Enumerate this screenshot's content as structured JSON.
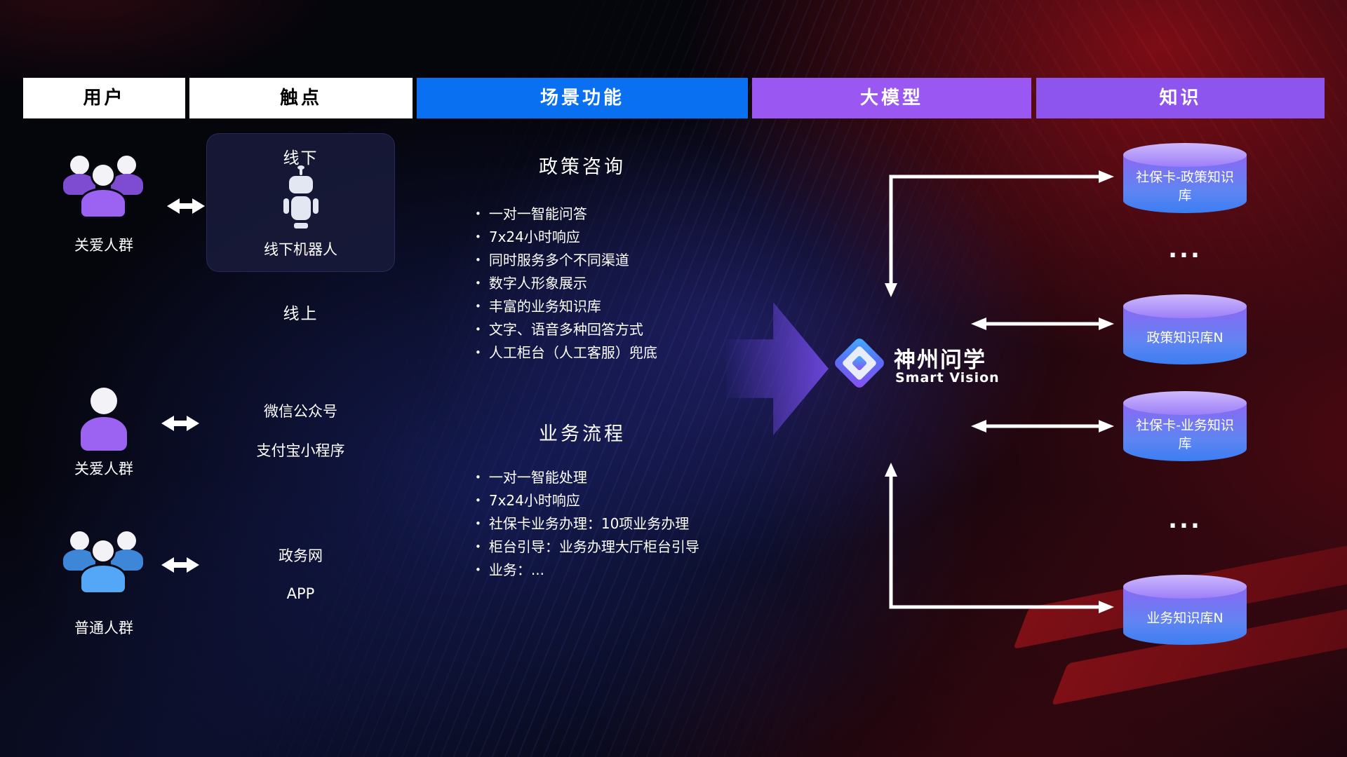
{
  "colors": {
    "scene_header_bg": "#0a70f2",
    "model_header_bg": "#9b57f2",
    "knowledge_header_bg": "#8d55ee",
    "user_purple": "#9c63f2",
    "user_blue": "#54a6f6",
    "cylinder_top": "#9d7ef8",
    "cylinder_bottom": "#3b7ef2",
    "flow_arrow_purple": "#6e48e2",
    "connector_white": "#ffffff"
  },
  "header": {
    "users_label": "用户",
    "touchpoints_label": "触点",
    "scenes_label": "场景功能",
    "model_label": "大模型",
    "knowledge_label": "知识"
  },
  "users": {
    "group1_label": "关爱人群",
    "single_label": "关爱人群",
    "group2_label": "普通人群"
  },
  "touchpoints": {
    "offline_title": "线下",
    "offline_robot": "线下机器人",
    "online_title": "线上",
    "item1": "微信公众号",
    "item2": "支付宝小程序",
    "item3": "政务网",
    "item4": "APP"
  },
  "scene1": {
    "title": "政策咨询",
    "b1": "一对一智能问答",
    "b2": "7x24小时响应",
    "b3": "同时服务多个不同渠道",
    "b4": "数字人形象展示",
    "b5": "丰富的业务知识库",
    "b6": "文字、语音多种回答方式",
    "b7": "人工柜台（人工客服）兜底"
  },
  "scene2": {
    "title": "业务流程",
    "b1": "一对一智能处理",
    "b2": "7x24小时响应",
    "b3": "社保卡业务办理：10项业务办理",
    "b4": "柜台引导：业务办理大厅柜台引导",
    "b5": "业务：..."
  },
  "model": {
    "name": "神州问学",
    "subtitle": "Smart Vision"
  },
  "knowledge": {
    "db1": "社保卡-政策知识库",
    "dots1": "...",
    "db2": "政策知识库N",
    "db3": "社保卡-业务知识库",
    "dots2": "...",
    "db4": "业务知识库N"
  }
}
